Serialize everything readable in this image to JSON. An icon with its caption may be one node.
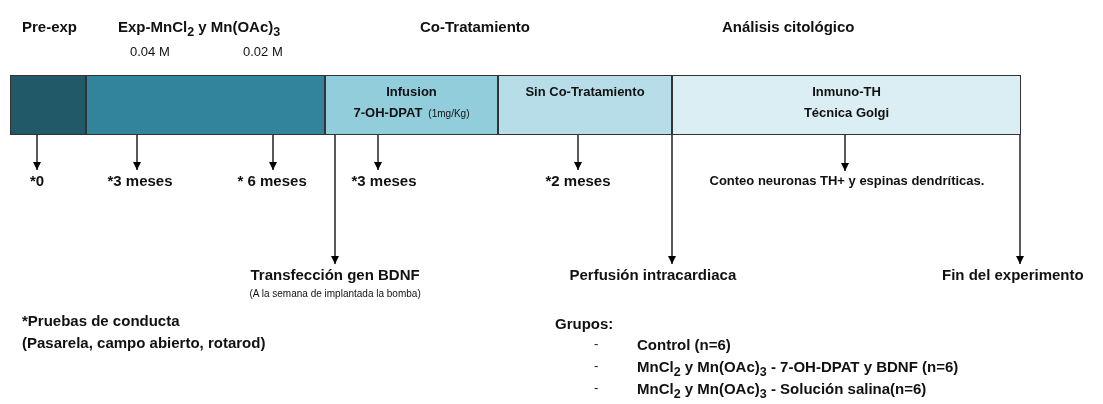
{
  "diagram": {
    "nodes": [
      {
        "text": [],
        "shape": "bar"
      },
      {
        "text": [],
        "shape": "bar"
      },
      {
        "text": [
          "Infusion",
          "7-OH-DPAT",
          "(1mg/Kg)"
        ]
      },
      {
        "text": [
          "Sin Co-Tratamiento"
        ]
      },
      {
        "text": [
          "Inmuno-TH",
          "Técnica Golgi"
        ]
      },
      {
        "text": [
          "*0"
        ]
      },
      {
        "text": [
          "*3 meses"
        ]
      },
      {
        "text": [
          "* 6 meses"
        ]
      },
      {
        "text": [
          "*3 meses"
        ]
      },
      {
        "text": [
          "*2 meses"
        ]
      },
      {
        "text": [
          "Conteo neuronas TH+ y espinas dendríticas."
        ]
      },
      {
        "text": [
          "Transfección gen BDNF"
        ],
        "beside": [
          "(A la semana de implantada la bomba)"
        ]
      },
      {
        "text": [
          "Perfusión intracardiaca"
        ]
      },
      {
        "text": [
          "Fin del experimento"
        ]
      }
    ],
    "edges": [
      {
        "from": 0,
        "to": 5,
        "arrow": "to"
      },
      {
        "from": 1,
        "to": 6,
        "arrow": "to"
      },
      {
        "from": 1,
        "to": 7,
        "arrow": "to"
      },
      {
        "from": 2,
        "to": 8,
        "arrow": "to"
      },
      {
        "from": 3,
        "to": 9,
        "arrow": "to"
      },
      {
        "from": 4,
        "to": 10,
        "arrow": "to"
      },
      {
        "from": 2,
        "to": 11,
        "arrow": "to"
      },
      {
        "from": 3,
        "to": 12,
        "arrow": "to"
      },
      {
        "from": 4,
        "to": 13,
        "arrow": "to"
      }
    ],
    "labels": [
      "Pre-exp",
      "Exp-MnCl$_{2}$ y Mn(OAc)$_{3}$",
      "Co-Tratamiento",
      "Análisis citológico",
      "0.04 M",
      "0.02 M",
      "*Pruebas de conducta",
      "(Pasarela, campo abierto, rotarod)",
      "Grupos:",
      "-",
      "Control (n=6)",
      "-",
      "MnCl$_{2}$ y Mn(OAc)$_{3}$ -  7-OH-DPAT y BDNF (n=6)",
      "-",
      "MnCl$_{2}$ y Mn(OAc)$_{3}$  - Solución salina(n=6)"
    ]
  }
}
